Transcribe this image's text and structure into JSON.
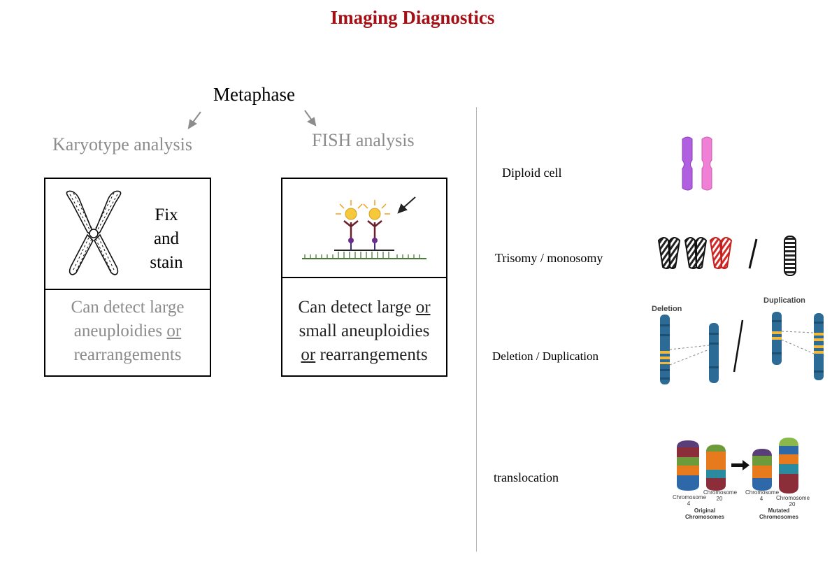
{
  "title": "Imaging Diagnostics",
  "metaphase": "Metaphase",
  "karyotype": {
    "heading": "Karyotype analysis",
    "fix_stain": [
      "Fix",
      "and",
      "stain"
    ],
    "desc": {
      "line1": "Can detect large",
      "line2_pre": "aneuploidies ",
      "line2_u": "or",
      "line3": "rearrangements"
    }
  },
  "fish": {
    "heading": "FISH analysis",
    "desc": {
      "line1_pre": "Can detect large ",
      "line1_u": "or",
      "line2": "small aneuploidies",
      "line3_u": "or",
      "line3_post": " rearrangements"
    }
  },
  "right_panel": {
    "diploid": "Diploid cell",
    "trisomy": "Trisomy / monosomy",
    "deletion": "Deletion / Duplication",
    "translocation": "translocation",
    "deletion_word": "Deletion",
    "duplication_word": "Duplication",
    "chr_label": "Chromosome",
    "chr_4": "4",
    "chr_20": "20",
    "original_1": "Original",
    "original_2": "Chromosomes",
    "mutated_1": "Mutated",
    "mutated_2": "Chromosomes"
  },
  "colors": {
    "title": "#a30f14",
    "muted_text": "#8c8c8c",
    "diploid_purple": "#b05fe0",
    "diploid_pink": "#f07fd6",
    "band_blue": "#2c6b96",
    "band_yellow": "#f0b83c"
  }
}
